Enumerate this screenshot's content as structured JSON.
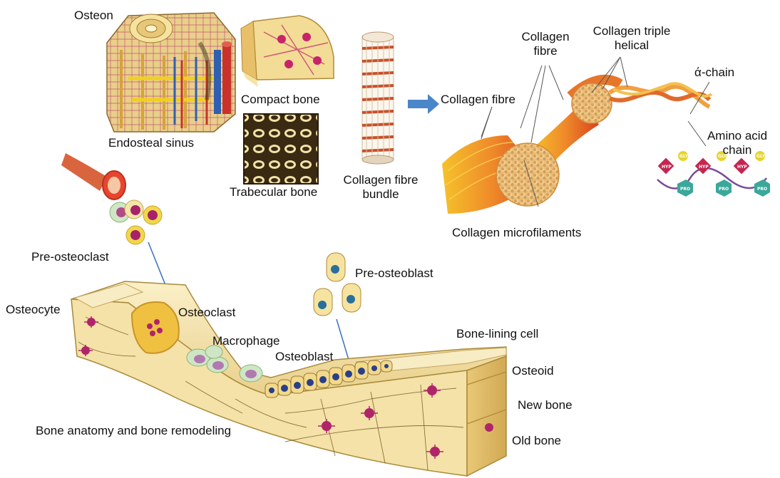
{
  "labels": {
    "osteon": "Osteon",
    "compact_bone": "Compact bone",
    "endosteal_sinus": "Endosteal sinus",
    "trabecular_bone": "Trabecular bone",
    "collagen_fibre_bundle_line1": "Collagen fibre",
    "collagen_fibre_bundle_line2": "bundle",
    "collagen_fibre_arrow": "Collagen fibre",
    "collagen_fibre_top_line1": "Collagen",
    "collagen_fibre_top_line2": "fibre",
    "collagen_triple_helical_line1": "Collagen triple",
    "collagen_triple_helical_line2": "helical",
    "alpha_chain": "ά-chain",
    "amino_acid_chain_line1": "Amino acid",
    "amino_acid_chain_line2": "chain",
    "collagen_microfilaments": "Collagen microfilaments",
    "pre_osteoclast": "Pre-osteoclast",
    "pre_osteoblast": "Pre-osteoblast",
    "osteocyte": "Osteocyte",
    "osteoclast": "Osteoclast",
    "macrophage": "Macrophage",
    "osteoblast": "Osteoblast",
    "bone_lining_cell": "Bone-lining cell",
    "osteoid": "Osteoid",
    "new_bone": "New bone",
    "old_bone": "Old bone",
    "caption": "Bone anatomy and bone remodeling"
  },
  "amino_tags": {
    "hyp": "HYP",
    "gly": "GLY",
    "pro": "PRO"
  },
  "colors": {
    "bone_cream": "#f6e7b8",
    "bone_dark": "#d8b96a",
    "cell_magenta": "#b0246a",
    "vessel_red": "#c8322a",
    "vessel_blue": "#2f5fb0",
    "fibre_orange": "#e8762a",
    "arrow_blue": "#4a86c8",
    "osteoblast_blue": "#2a3f8a"
  }
}
